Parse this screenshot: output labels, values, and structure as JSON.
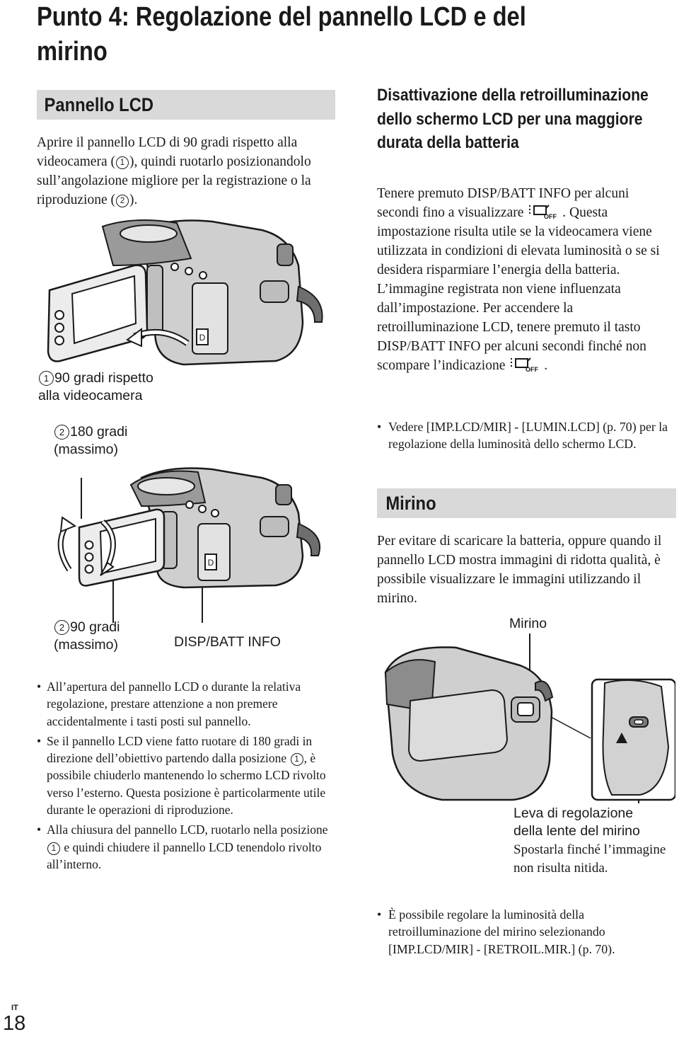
{
  "title": {
    "line1": "Punto 4: Regolazione del pannello LCD e del",
    "line2": "mirino"
  },
  "lcd_section": {
    "heading": "Pannello LCD",
    "intro_part1": "Aprire il pannello LCD di 90 gradi rispetto alla videocamera (",
    "intro_part2": "), quindi ruotarlo posizionandolo sull’angolazione migliore per la registrazione o la riproduzione (",
    "intro_part3": ").",
    "figure1": {
      "label1_line1": "90 gradi rispetto",
      "label1_line2": "alla videocamera",
      "label2_line1": "180 gradi",
      "label2_line2": "(massimo)"
    },
    "figure2": {
      "label_line1": "90 gradi",
      "label_line2": "(massimo)",
      "button_label": "DISP/BATT INFO"
    },
    "bullets": {
      "b1": "All’apertura del pannello LCD o durante la relativa regolazione, prestare attenzione a non premere accidentalmente i tasti posti sul pannello.",
      "b2_part1": "Se il pannello LCD viene fatto ruotare di 180 gradi in direzione dell’obiettivo partendo dalla posizione ",
      "b2_part2": ", è possibile chiuderlo mantenendo lo schermo LCD rivolto verso l’esterno. Questa posizione è particolarmente utile durante le operazioni di riproduzione.",
      "b3_part1": "Alla chiusura del pannello LCD, ruotarlo nella posizione ",
      "b3_part2": " e quindi chiudere il pannello LCD tenendolo rivolto all’interno."
    }
  },
  "backlight_section": {
    "heading": "Disattivazione della retroilluminazione dello schermo LCD per una maggiore durata della batteria",
    "para_part1": "Tenere premuto DISP/BATT INFO per alcuni secondi fino a visualizzare ",
    "para_part2": ". Questa impostazione risulta utile se la videocamera viene utilizzata in condizioni di elevata luminosità o se si desidera risparmiare l’energia della batteria. L’immagine registrata non viene influenzata dall’impostazione. Per accendere la retroilluminazione LCD, tenere premuto il tasto DISP/BATT INFO per alcuni secondi finché non scompare l’indicazione ",
    "para_part3": ".",
    "bullet": "Vedere [IMP.LCD/MIR] - [LUMIN.LCD] (p. 70) per la regolazione della luminosità dello schermo LCD.",
    "icon_text": "OFF"
  },
  "viewfinder_section": {
    "heading": "Mirino",
    "para": "Per evitare di scaricare la batteria, oppure quando il pannello LCD mostra immagini di ridotta qualità, è possibile visualizzare le immagini utilizzando il mirino.",
    "figure": {
      "label_top": "Mirino",
      "lever_line1": "Leva di regolazione",
      "lever_line2": "della lente del mirino",
      "lever_desc": "Spostarla finché l’immagine non risulta nitida."
    },
    "bullet": "È possibile regolare la luminosità della retroilluminazione del mirino selezionando [IMP.LCD/MIR] - [RETROIL.MIR.] (p. 70)."
  },
  "marks": {
    "one": "1",
    "two": "2"
  },
  "footer": {
    "lang": "IT",
    "page": "18"
  }
}
